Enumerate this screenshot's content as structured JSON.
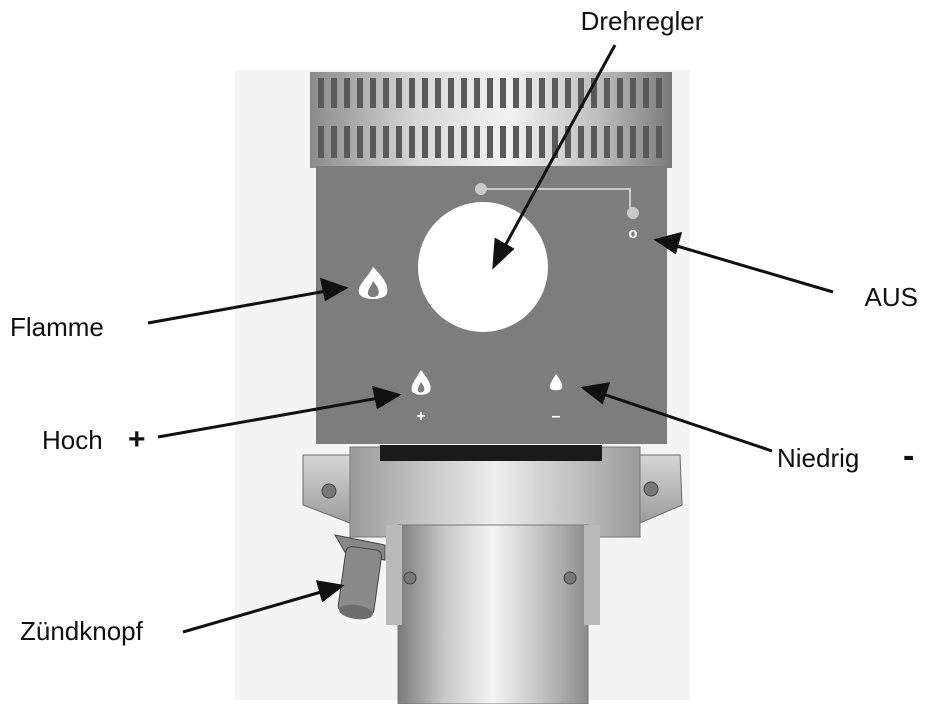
{
  "labels": {
    "drehregler": "Drehregler",
    "aus": "AUS",
    "flamme": "Flamme",
    "hoch": "Hoch",
    "hoch_sign": "+",
    "niedrig": "Niedrig",
    "niedrig_sign": "-",
    "zuendknopf": "Zündknopf"
  },
  "panel": {
    "off_mark": "o",
    "plus_mark": "+",
    "minus_mark": "–"
  },
  "icons": [
    "flame-icon",
    "high-flame-icon",
    "low-flame-icon",
    "screw-icon"
  ],
  "colors": {
    "panel": "#7d7d7d",
    "metal_dark": "#6a6a6a",
    "metal_light": "#e4e4e4",
    "ink": "#111111",
    "knob": "#ffffff"
  }
}
